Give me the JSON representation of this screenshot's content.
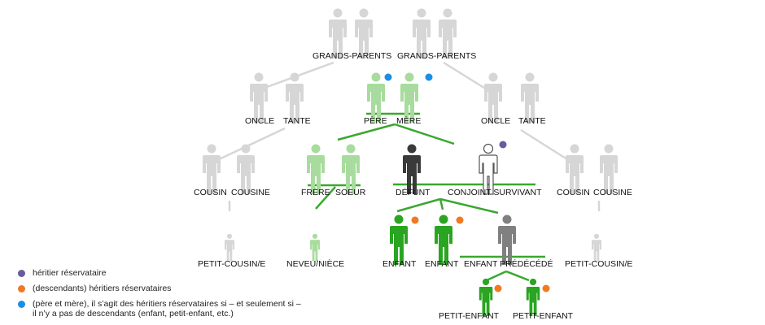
{
  "colors": {
    "grey": "#d6d6d6",
    "light_green": "#a8dc9e",
    "green": "#2aa521",
    "line_green": "#3aa72f",
    "dark": "#3a3a3a",
    "mid_grey": "#808080",
    "orange": "#f07a23",
    "blue": "#1a8fe3",
    "purple": "#6b5a9e"
  },
  "labels": {
    "grands_parents_left": "GRANDS-PARENTS",
    "grands_parents_right": "GRANDS-PARENTS",
    "oncle_left": "ONCLE",
    "tante_left": "TANTE",
    "pere": "PÈRE",
    "mere": "MÈRE",
    "oncle_right": "ONCLE",
    "tante_right": "TANTE",
    "cousin_left": "COUSIN",
    "cousine_left": "COUSINE",
    "frere": "FRÈRE",
    "soeur": "SOEUR",
    "defunt": "DÉFUNT",
    "conjoint": "CONJOINT SURVIVANT",
    "cousin_right": "COUSIN",
    "cousine_right": "COUSINE",
    "petit_cousin_left": "PETIT-COUSIN/E",
    "neveu": "NEVEU/NIÈCE",
    "enfant_1": "ENFANT",
    "enfant_2": "ENFANT",
    "enfant_predecede": "ENFANT PRÉDÉCÉDÉ",
    "petit_cousin_right": "PETIT-COUSIN/E",
    "petit_enfant_1": "PETIT-ENFANT",
    "petit_enfant_2": "PETIT-ENFANT"
  },
  "legend": [
    {
      "color": "#6b5a9e",
      "text": "héritier réservataire"
    },
    {
      "color": "#f07a23",
      "text": "(descendants) héritiers réservataires"
    },
    {
      "color": "#1a8fe3",
      "text": "(père et mère), il s’agit des héritiers réservataires si – et seulement si –\nil n’y a pas de descendants (enfant, petit-enfant, etc.)"
    }
  ]
}
